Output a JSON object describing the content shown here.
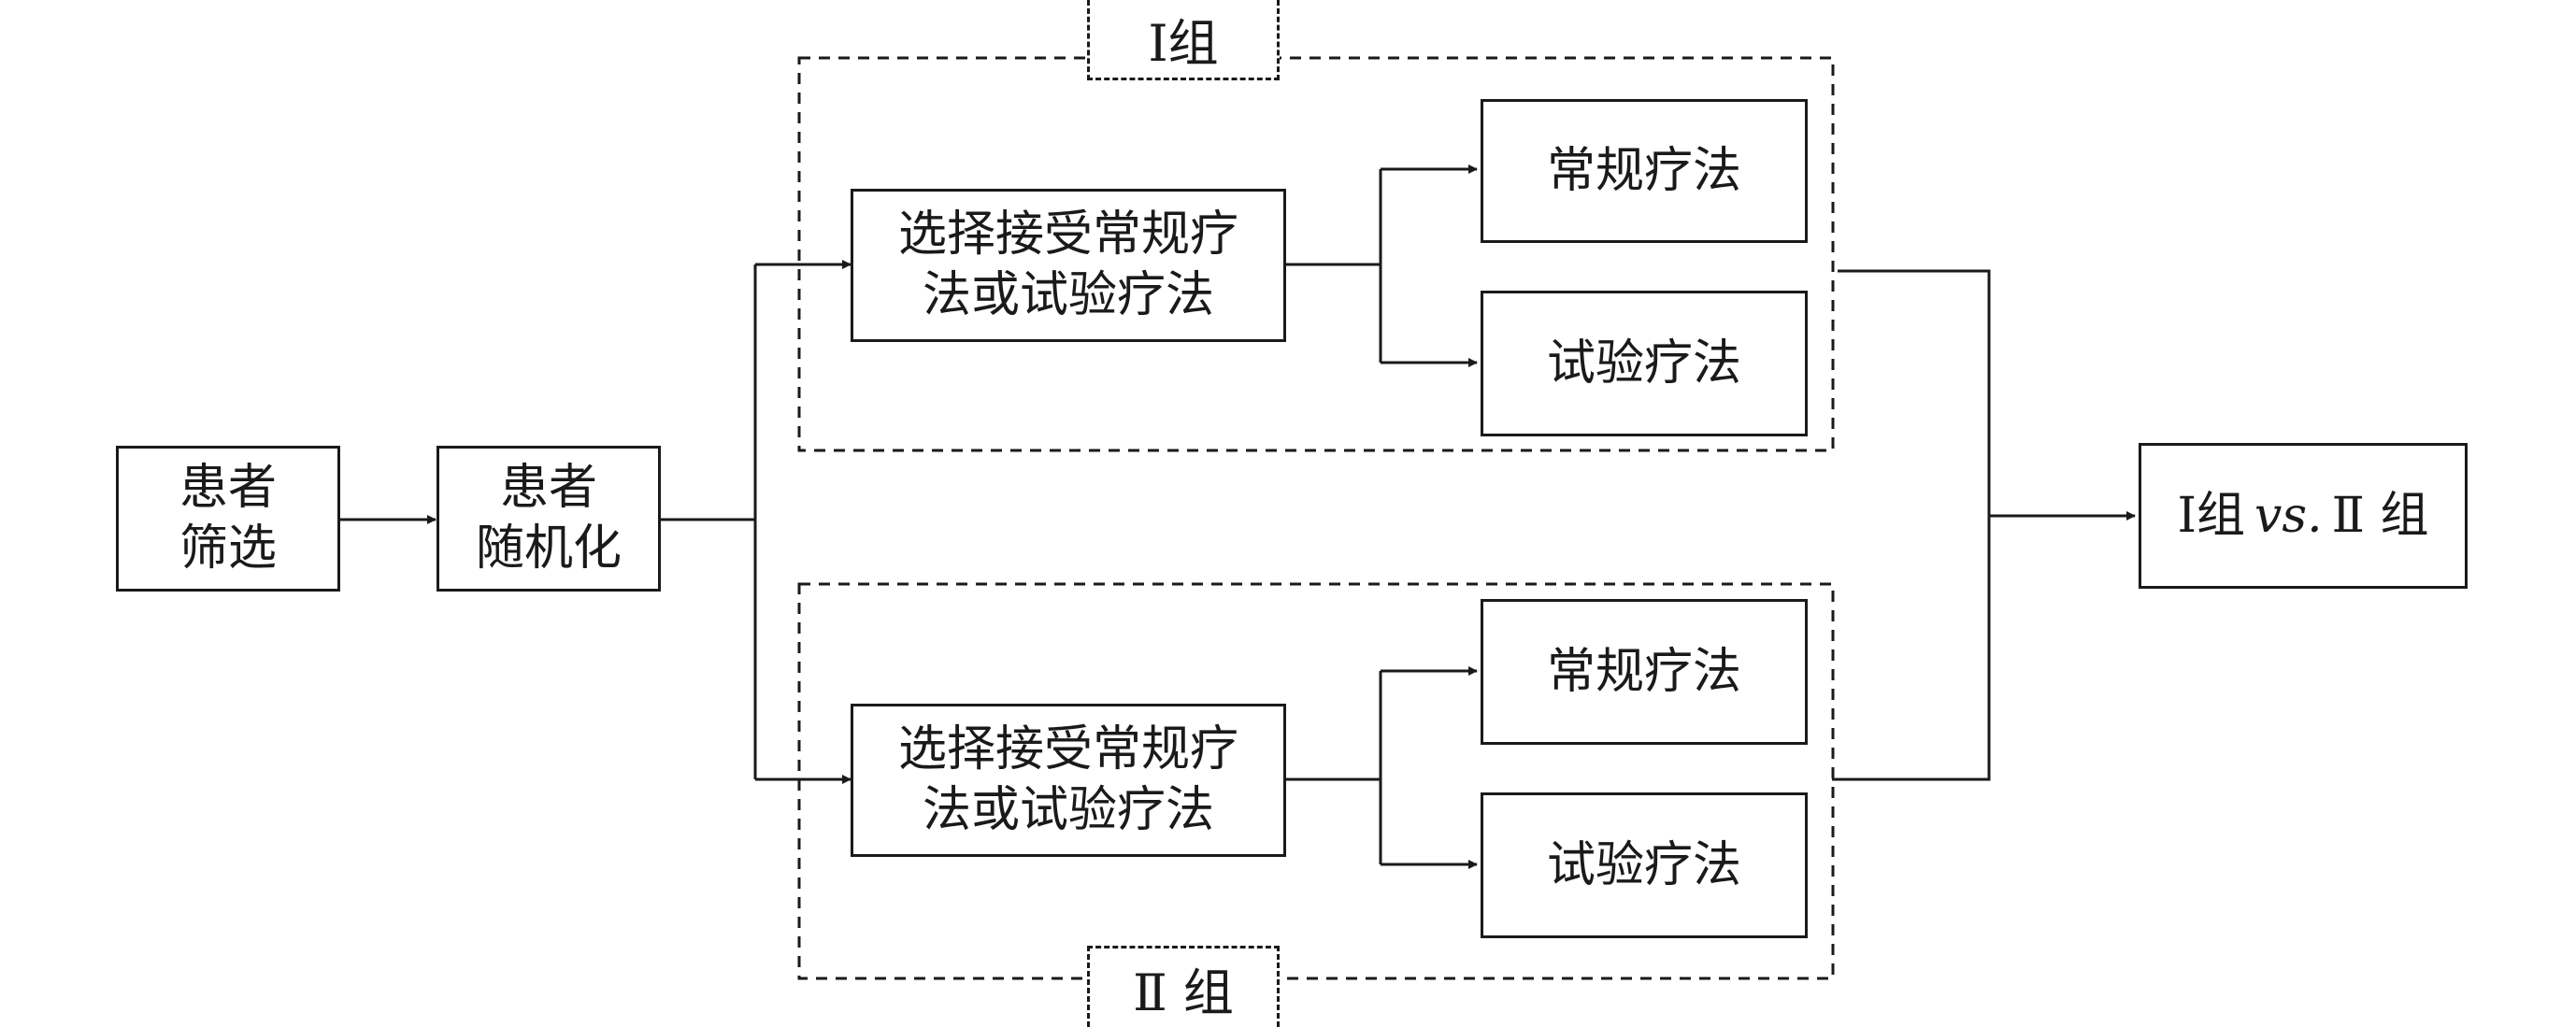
{
  "boxes": {
    "screening": {
      "line1": "患者",
      "line2": "筛选"
    },
    "randomization": {
      "line1": "患者",
      "line2": "随机化"
    },
    "group1_choice": {
      "line1": "选择接受常规疗",
      "line2": "法或试验疗法"
    },
    "group1_conventional": "常规疗法",
    "group1_experimental": "试验疗法",
    "group2_choice": {
      "line1": "选择接受常规疗",
      "line2": "法或试验疗法"
    },
    "group2_conventional": "常规疗法",
    "group2_experimental": "试验疗法"
  },
  "group_labels": {
    "group1": "Ⅰ组",
    "group2": "Ⅱ 组"
  },
  "comparison": {
    "left": "Ⅰ组",
    "vs": "vs.",
    "right": "Ⅱ 组"
  }
}
